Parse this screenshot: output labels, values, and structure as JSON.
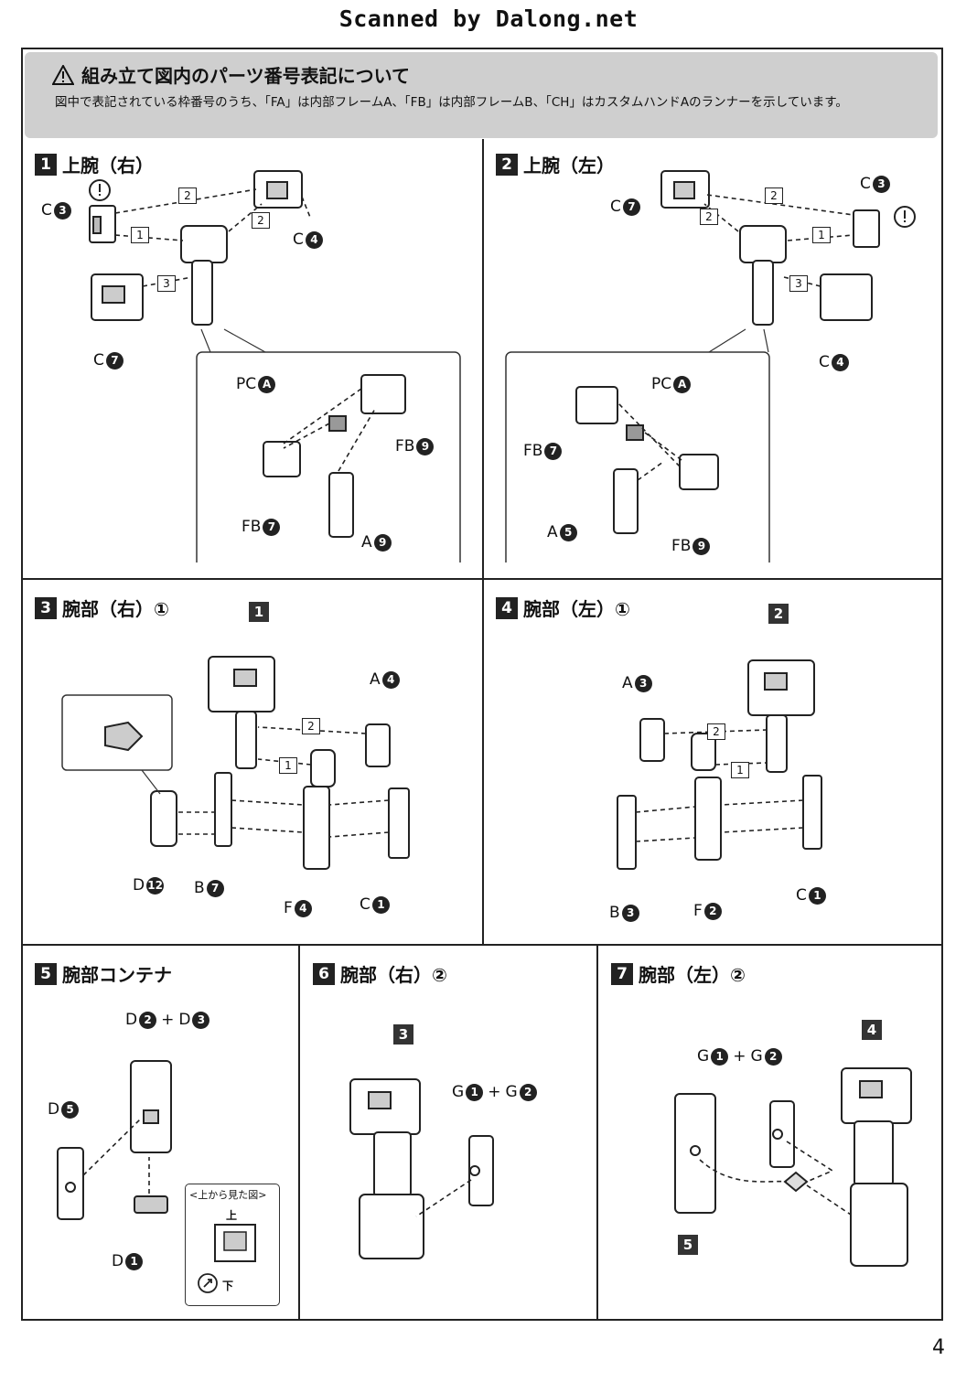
{
  "watermark": "Scanned by Dalong.net",
  "notice": {
    "title": "組み立て図内のパーツ番号表記について",
    "text": "図中で表記されている枠番号のうち、「FA」は内部フレームA、「FB」は内部フレームB、「CH」はカスタムハンドAのランナーを示しています。"
  },
  "steps": [
    {
      "num": "1",
      "title": "上腕（右）"
    },
    {
      "num": "2",
      "title": "上腕（左）"
    },
    {
      "num": "3",
      "title": "腕部（右）①"
    },
    {
      "num": "4",
      "title": "腕部（左）①"
    },
    {
      "num": "5",
      "title": "腕部コンテナ"
    },
    {
      "num": "6",
      "title": "腕部（右）②"
    },
    {
      "num": "7",
      "title": "腕部（左）②"
    }
  ],
  "labels": {
    "s1": [
      {
        "r": "C",
        "n": "3"
      },
      {
        "r": "C",
        "n": "4"
      },
      {
        "r": "C",
        "n": "7"
      },
      {
        "r": "PC",
        "n": "A"
      },
      {
        "r": "FB",
        "n": "9"
      },
      {
        "r": "FB",
        "n": "7"
      },
      {
        "r": "A",
        "n": "9"
      }
    ],
    "s2": [
      {
        "r": "C",
        "n": "7"
      },
      {
        "r": "C",
        "n": "3"
      },
      {
        "r": "C",
        "n": "4"
      },
      {
        "r": "PC",
        "n": "A"
      },
      {
        "r": "FB",
        "n": "7"
      },
      {
        "r": "A",
        "n": "5"
      },
      {
        "r": "FB",
        "n": "9"
      }
    ],
    "s3": [
      {
        "r": "A",
        "n": "4"
      },
      {
        "r": "D",
        "n": "12"
      },
      {
        "r": "B",
        "n": "7"
      },
      {
        "r": "F",
        "n": "4"
      },
      {
        "r": "C",
        "n": "1"
      }
    ],
    "s4": [
      {
        "r": "A",
        "n": "3"
      },
      {
        "r": "B",
        "n": "3"
      },
      {
        "r": "F",
        "n": "2"
      },
      {
        "r": "C",
        "n": "1"
      }
    ],
    "s5": [
      {
        "r": "D",
        "n": "5"
      },
      {
        "r": "D",
        "n": "1"
      }
    ]
  },
  "combos": {
    "s5": {
      "a": "D",
      "an": "2",
      "plus": "+",
      "b": "D",
      "bn": "3"
    },
    "s6": {
      "a": "G",
      "an": "1",
      "plus": "+",
      "b": "G",
      "bn": "2"
    },
    "s7": {
      "a": "G",
      "an": "1",
      "plus": "+",
      "b": "G",
      "bn": "2"
    }
  },
  "arrow_numbers": {
    "one": "1",
    "two": "2",
    "three": "3"
  },
  "ref_squares": {
    "s3": "1",
    "s4": "2",
    "s6": "3",
    "s7a": "4",
    "s7b": "5"
  },
  "view": {
    "caption": "<上から見た図>",
    "top": "上",
    "bottom": "下"
  },
  "page_number": "4"
}
